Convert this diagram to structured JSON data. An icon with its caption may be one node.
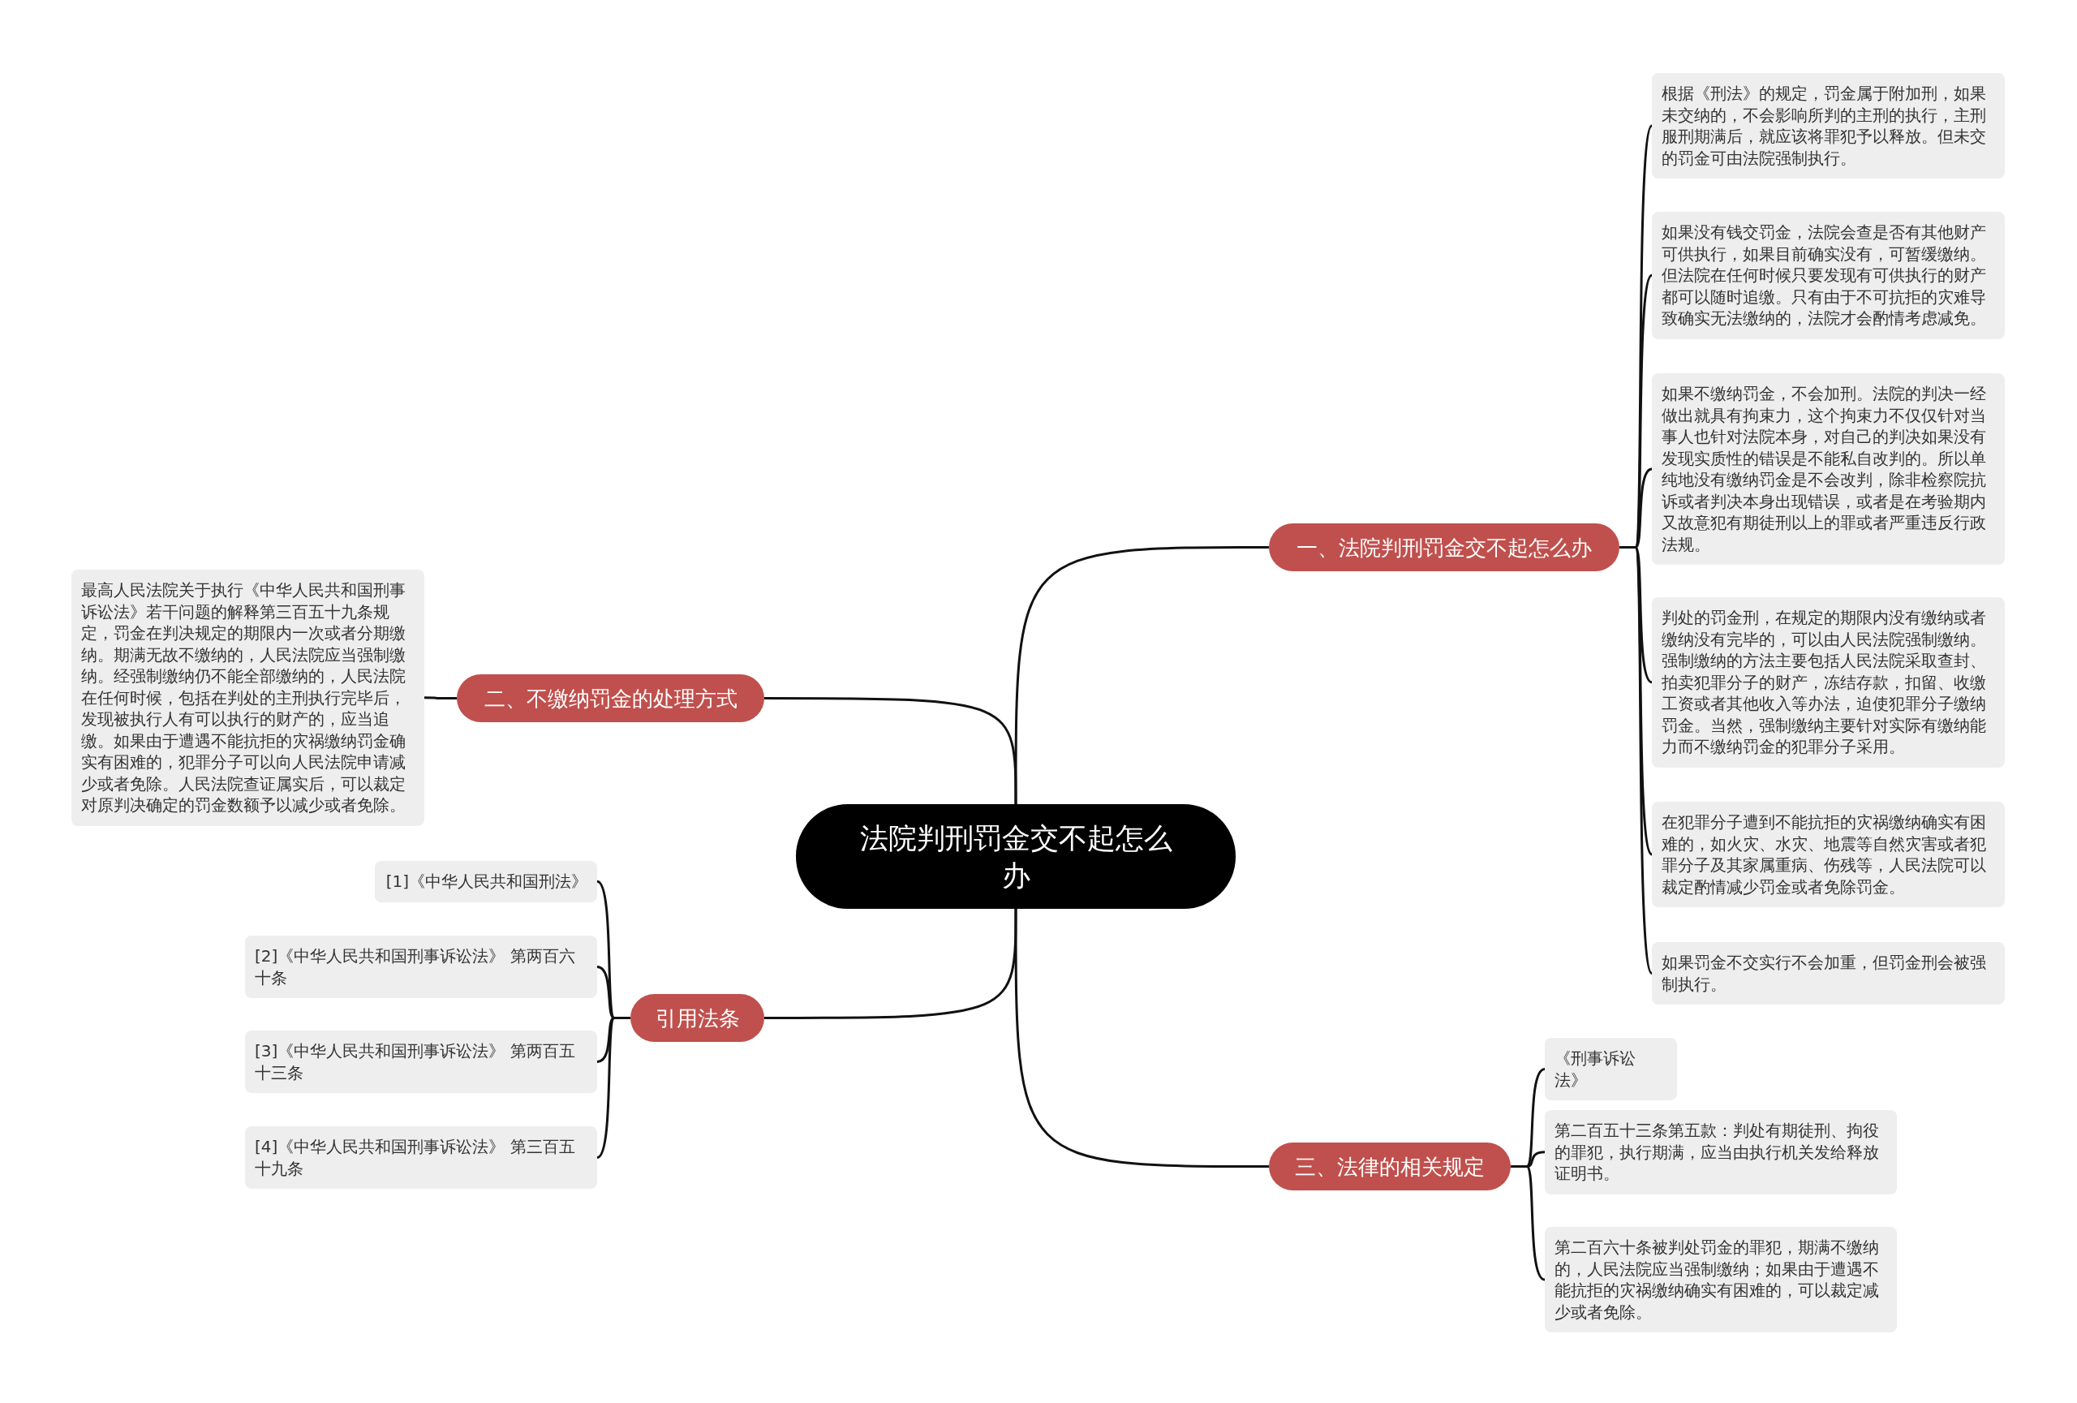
{
  "diagram": {
    "nodes": [
      {
        "text": [
          "法院判刑罚金交不起怎么办"
        ]
      },
      {
        "text": [
          "一、法院判刑罚金交不起怎么办"
        ]
      },
      {
        "text": [
          "根据《刑法》的规定，罚金属于附加刑，如果未交纳的，不会影响所判的主刑的执行，主刑服刑期满后，就应该将罪犯予以释放。但未交的罚金可由法院强制执行。"
        ]
      },
      {
        "text": [
          "如果没有钱交罚金，法院会查是否有其他财产可供执行，如果目前确实没有，可暂缓缴纳。但法院在任何时候只要发现有可供执行的财产都可以随时追缴。只有由于不可抗拒的灾难导致确实无法缴纳的，法院才会酌情考虑减免。"
        ]
      },
      {
        "text": [
          "如果不缴纳罚金，不会加刑。法院的判决一经做出就具有拘束力，这个拘束力不仅仅针对当事人也针对法院本身，对自己的判决如果没有发现实质性的错误是不能私自改判的。所以单纯地没有缴纳罚金是不会改判，除非检察院抗诉或者判决本身出现错误，或者是在考验期内又故意犯有期徒刑以上的罪或者严重违反行政法规。"
        ]
      },
      {
        "text": [
          "判处的罚金刑，在规定的期限内没有缴纳或者缴纳没有完毕的，可以由人民法院强制缴纳。强制缴纳的方法主要包括人民法院采取查封、拍卖犯罪分子的财产，冻结存款，扣留、收缴工资或者其他收入等办法，迫使犯罪分子缴纳罚金。当然，强制缴纳主要针对实际有缴纳能力而不缴纳罚金的犯罪分子采用。"
        ]
      },
      {
        "text": [
          "在犯罪分子遭到不能抗拒的灾祸缴纳确实有困难的，如火灾、水灾、地震等自然灾害或者犯罪分子及其家属重病、伤残等，人民法院可以裁定酌情减少罚金或者免除罚金。"
        ]
      },
      {
        "text": [
          "如果罚金不交实行不会加重，但罚金刑会被强制执行。"
        ]
      },
      {
        "text": [
          "二、不缴纳罚金的处理方式"
        ]
      },
      {
        "text": [
          "最高人民法院关于执行《中华人民共和国刑事诉讼法》若干问题的解释第三百五十九条规定，罚金在判决规定的期限内一次或者分期缴纳。期满无故不缴纳的，人民法院应当强制缴纳。经强制缴纳仍不能全部缴纳的，人民法院在任何时候，包括在判处的主刑执行完毕后，发现被执行人有可以执行的财产的，应当追缴。如果由于遭遇不能抗拒的灾祸缴纳罚金确实有困难的，犯罪分子可以向人民法院申请减少或者免除。人民法院查证属实后，可以裁定对原判决确定的罚金数额予以减少或者免除。"
        ]
      },
      {
        "text": [
          "引用法条"
        ]
      },
      {
        "text": [
          "[1]《中华人民共和国刑法》"
        ]
      },
      {
        "text": [
          "[2]《中华人民共和国刑事诉讼法》 第两百六十条"
        ]
      },
      {
        "text": [
          "[3]《中华人民共和国刑事诉讼法》 第两百五十三条"
        ]
      },
      {
        "text": [
          "[4]《中华人民共和国刑事诉讼法》 第三百五十九条"
        ]
      },
      {
        "text": [
          "三、法律的相关规定"
        ]
      },
      {
        "text": [
          "《刑事诉讼法》"
        ]
      },
      {
        "text": [
          "第二百五十三条第五款：判处有期徒刑、拘役的罪犯，执行期满，应当由执行机关发给释放证明书。"
        ]
      },
      {
        "text": [
          "第二百六十条被判处罚金的罪犯，期满不缴纳的，人民法院应当强制缴纳；如果由于遭遇不能抗拒的灾祸缴纳确实有困难的，可以裁定减少或者免除。"
        ]
      }
    ],
    "edges": [
      {
        "from": 0,
        "to": 1,
        "arrow": "none"
      },
      {
        "from": 1,
        "to": 2,
        "arrow": "none"
      },
      {
        "from": 1,
        "to": 3,
        "arrow": "none"
      },
      {
        "from": 1,
        "to": 4,
        "arrow": "none"
      },
      {
        "from": 1,
        "to": 5,
        "arrow": "none"
      },
      {
        "from": 1,
        "to": 6,
        "arrow": "none"
      },
      {
        "from": 1,
        "to": 7,
        "arrow": "none"
      },
      {
        "from": 0,
        "to": 8,
        "arrow": "none"
      },
      {
        "from": 8,
        "to": 9,
        "arrow": "none"
      },
      {
        "from": 0,
        "to": 10,
        "arrow": "none"
      },
      {
        "from": 10,
        "to": 11,
        "arrow": "none"
      },
      {
        "from": 10,
        "to": 12,
        "arrow": "none"
      },
      {
        "from": 10,
        "to": 13,
        "arrow": "none"
      },
      {
        "from": 10,
        "to": 14,
        "arrow": "none"
      },
      {
        "from": 0,
        "to": 15,
        "arrow": "none"
      },
      {
        "from": 15,
        "to": 16,
        "arrow": "none"
      },
      {
        "from": 15,
        "to": 17,
        "arrow": "none"
      },
      {
        "from": 15,
        "to": 18,
        "arrow": "none"
      }
    ]
  }
}
